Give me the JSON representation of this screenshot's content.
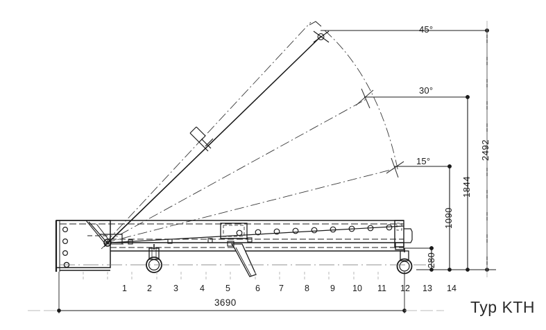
{
  "drawing": {
    "title": "Typ KTH",
    "angles": [
      {
        "name": "45deg",
        "label": "45°"
      },
      {
        "name": "30deg",
        "label": "30°"
      },
      {
        "name": "15deg",
        "label": "15°"
      }
    ],
    "vertical_dimensions": [
      {
        "name": "height-2492",
        "label": "2492"
      },
      {
        "name": "height-1844",
        "label": "1844"
      },
      {
        "name": "height-1090",
        "label": "1090"
      },
      {
        "name": "height-280",
        "label": "280"
      }
    ],
    "overall_length": {
      "name": "length-3690",
      "label": "3690"
    },
    "scale_numbers": [
      "1",
      "2",
      "3",
      "4",
      "5",
      "6",
      "7",
      "8",
      "9",
      "10",
      "11",
      "12",
      "13",
      "14"
    ],
    "colors": {
      "line": "#1b1b1b",
      "thin_line": "#555555",
      "background": "#ffffff",
      "title_text": "#2b2b2b"
    }
  }
}
